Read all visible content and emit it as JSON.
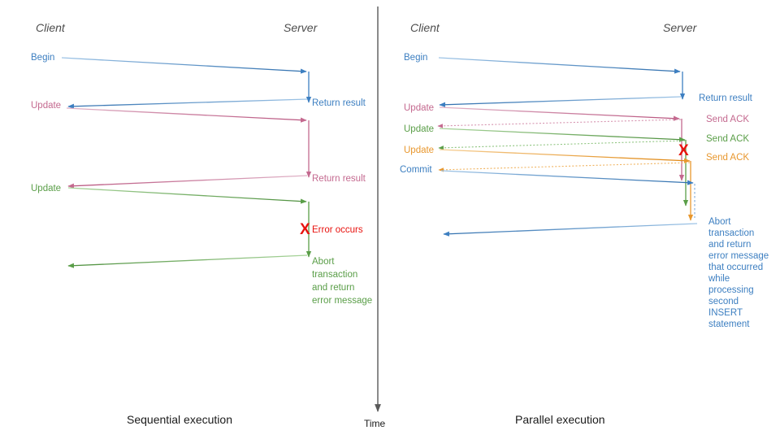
{
  "colors": {
    "blue": "#3d7fc1",
    "pink": "#c4698f",
    "green": "#5a9e48",
    "orange": "#e8972e",
    "red": "#e8130f",
    "gray": "#4d4d4d",
    "black": "#1a1a1a",
    "axis": "#595959"
  },
  "time_axis": {
    "label": "Time"
  },
  "left_panel": {
    "caption": "Sequential execution",
    "lanes": {
      "client": "Client",
      "server": "Server"
    },
    "client_labels": [
      {
        "text": "Begin",
        "color": "blue"
      },
      {
        "text": "Update",
        "color": "pink"
      },
      {
        "text": "Update",
        "color": "green"
      }
    ],
    "server_labels": [
      {
        "text": "Return result",
        "color": "blue"
      },
      {
        "text": "Return result",
        "color": "pink"
      }
    ],
    "error": {
      "mark": "X",
      "text": "Error occurs"
    },
    "abort_note": {
      "color": "green",
      "lines": [
        "Abort",
        "transaction",
        "and return",
        "error message"
      ]
    }
  },
  "right_panel": {
    "caption": "Parallel execution",
    "lanes": {
      "client": "Client",
      "server": "Server"
    },
    "client_labels": [
      {
        "text": "Begin",
        "color": "blue"
      },
      {
        "text": "Update",
        "color": "pink"
      },
      {
        "text": "Update",
        "color": "green"
      },
      {
        "text": "Update",
        "color": "orange"
      },
      {
        "text": "Commit",
        "color": "blue"
      }
    ],
    "server_labels": [
      {
        "text": "Return result",
        "color": "blue"
      },
      {
        "text": "Send ACK",
        "color": "pink"
      },
      {
        "text": "Send ACK",
        "color": "green"
      },
      {
        "text": "Send ACK",
        "color": "orange"
      }
    ],
    "error": {
      "mark": "X"
    },
    "abort_note": {
      "color": "blue",
      "lines": [
        "Abort",
        "transaction",
        "and return",
        "error message",
        "that occurred",
        "while",
        "processing",
        "second",
        "INSERT",
        "statement"
      ]
    }
  }
}
